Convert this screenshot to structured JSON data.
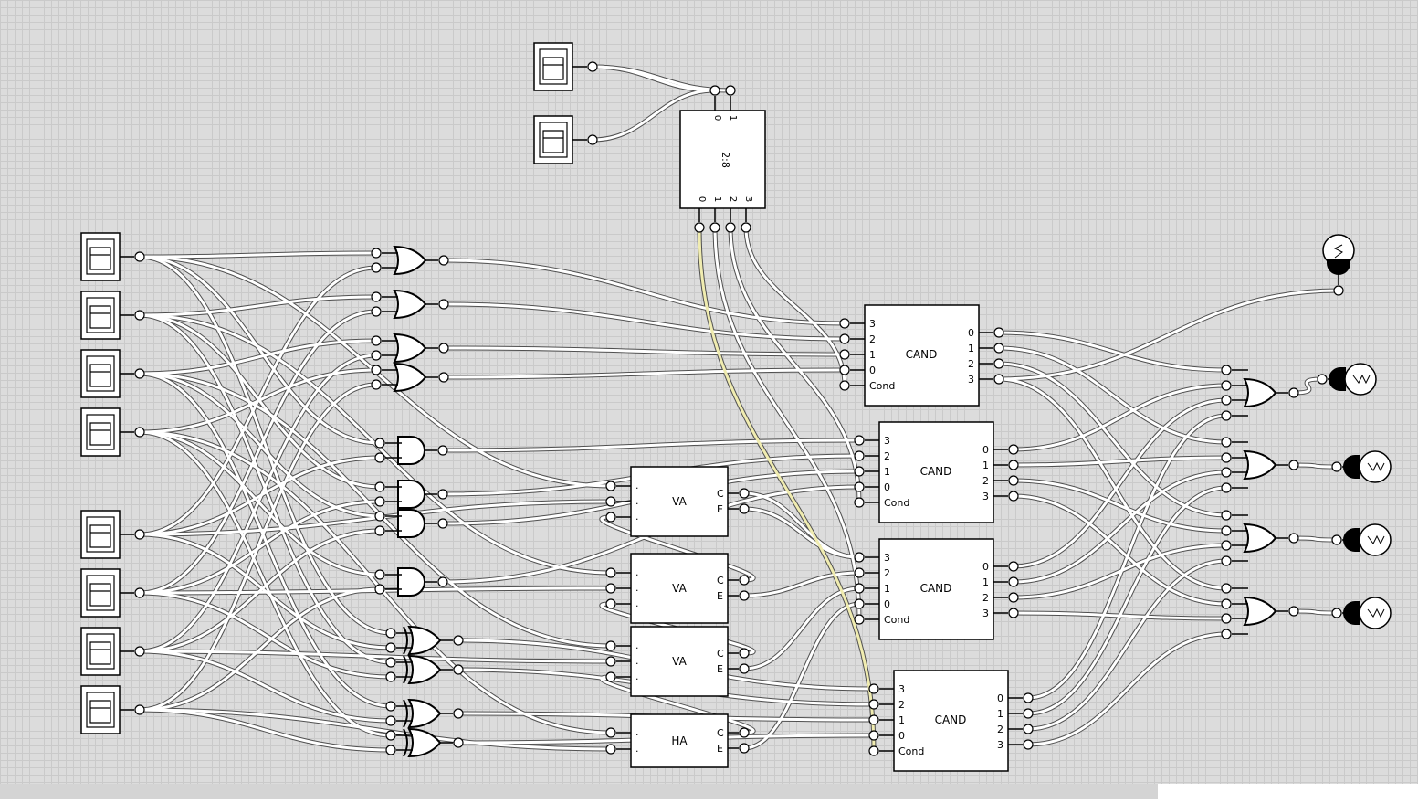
{
  "decoder": {
    "label": "2:8",
    "inputs": [
      "0",
      "1"
    ],
    "outputs": [
      "0",
      "1",
      "2",
      "3"
    ]
  },
  "cand_blocks": [
    {
      "title": "CAND",
      "in_labels": [
        "3",
        "2",
        "1",
        "0",
        "Cond"
      ],
      "out_labels": [
        "0",
        "1",
        "2",
        "3"
      ]
    },
    {
      "title": "CAND",
      "in_labels": [
        "3",
        "2",
        "1",
        "0",
        "Cond"
      ],
      "out_labels": [
        "0",
        "1",
        "2",
        "3"
      ]
    },
    {
      "title": "CAND",
      "in_labels": [
        "3",
        "2",
        "1",
        "0",
        "Cond"
      ],
      "out_labels": [
        "0",
        "1",
        "2",
        "3"
      ]
    },
    {
      "title": "CAND",
      "in_labels": [
        "3",
        "2",
        "1",
        "0",
        "Cond"
      ],
      "out_labels": [
        "0",
        "1",
        "2",
        "3"
      ]
    }
  ],
  "adders": [
    {
      "title": "VA",
      "in_labels": [
        ".",
        ".",
        "."
      ],
      "out_labels": [
        "C",
        "E"
      ]
    },
    {
      "title": "VA",
      "in_labels": [
        ".",
        ".",
        "."
      ],
      "out_labels": [
        "C",
        "E"
      ]
    },
    {
      "title": "VA",
      "in_labels": [
        ".",
        ".",
        "."
      ],
      "out_labels": [
        "C",
        "E"
      ]
    },
    {
      "title": "HA",
      "in_labels": [
        ".",
        "."
      ],
      "out_labels": [
        "C",
        "E"
      ]
    }
  ],
  "colors": {
    "wire": "#ffffff",
    "wire_outline": "#505050",
    "active_wire": "#f0ecb0",
    "component_fill": "#ffffff",
    "stroke": "#000000"
  }
}
